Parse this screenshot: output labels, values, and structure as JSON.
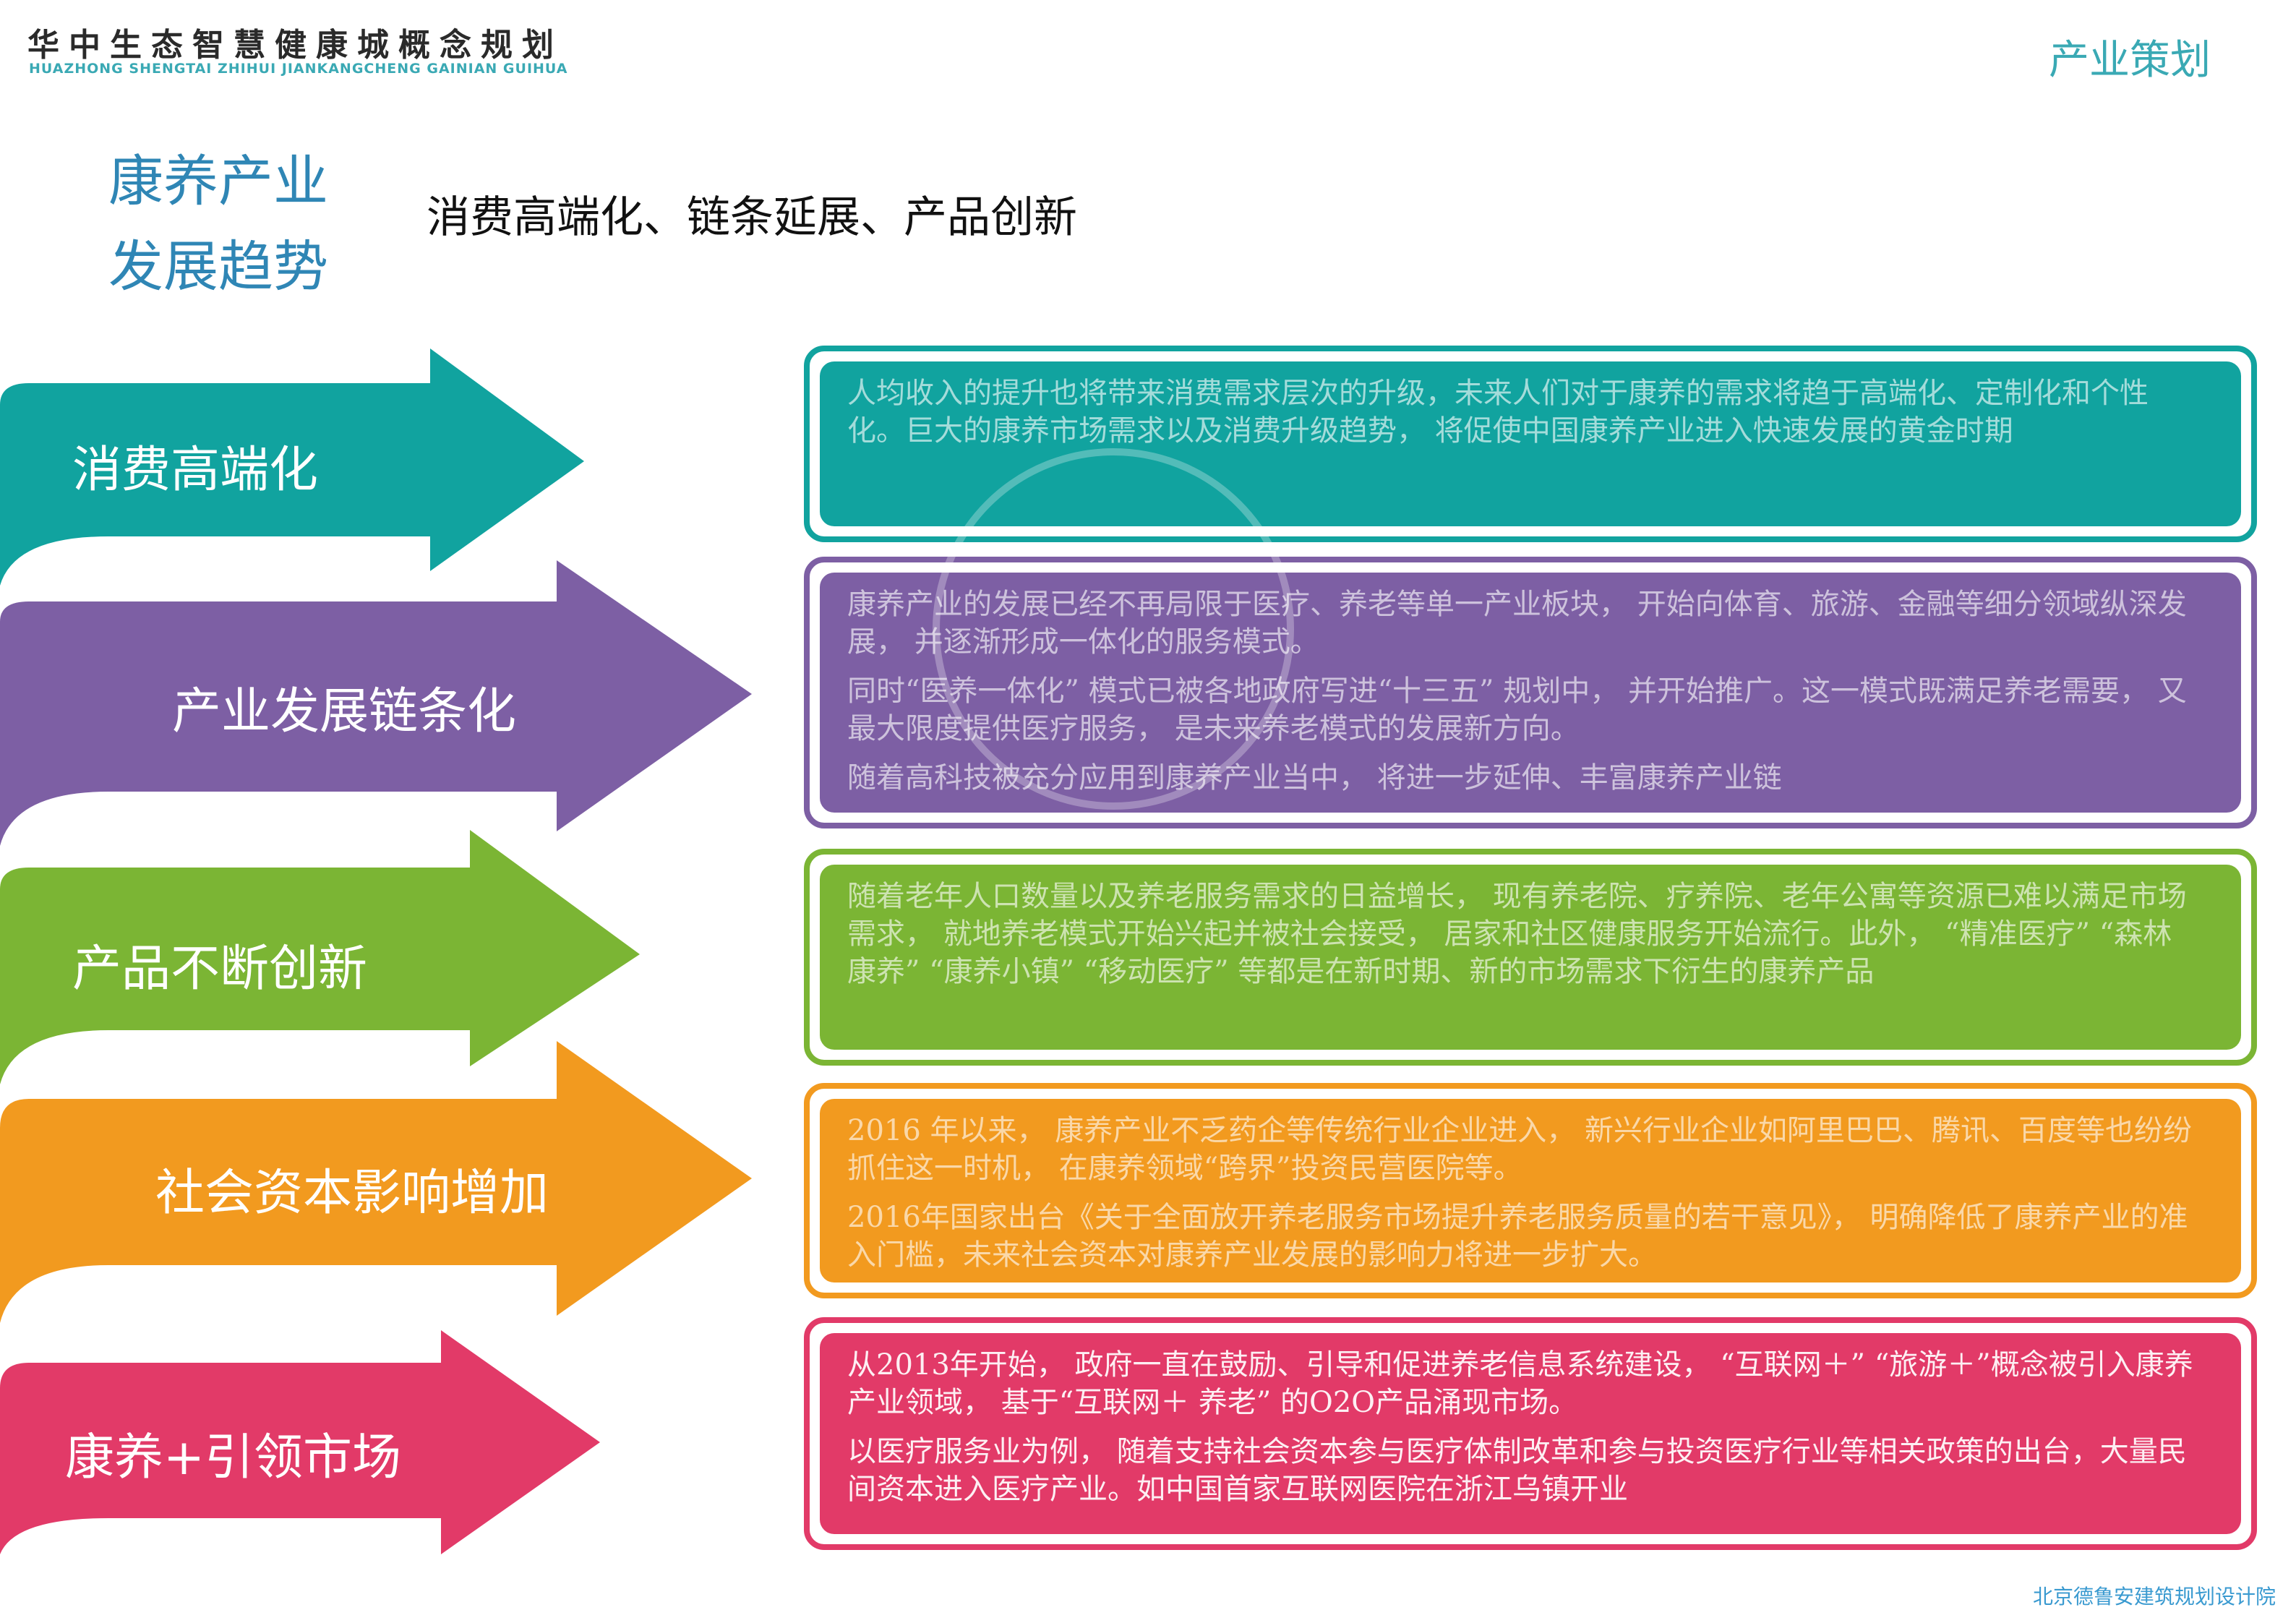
{
  "header": {
    "title": "华中生态智慧健康城概念规划",
    "pinyin": "HUAZHONG SHENGTAI ZHIHUI JIANKANGCHENG GAINIAN GUIHUA",
    "section": "产业策划"
  },
  "page": {
    "heading_line1": "康养产业",
    "heading_line2": "发展趋势",
    "subheading": "消费高端化、链条延展、产品创新"
  },
  "colors": {
    "teal": "#11a39f",
    "purple": "#7d5fa4",
    "green": "#7bb534",
    "orange": "#f29a1f",
    "pink": "#e23a68"
  },
  "trends": [
    {
      "label": "消费高端化",
      "paragraphs": [
        "人均收入的提升也将带来消费需求层次的升级，未来人们对于康养的需求将趋于高端化、定制化和个性化。巨大的康养市场需求以及消费升级趋势， 将促使中国康养产业进入快速发展的黄金时期"
      ]
    },
    {
      "label": "产业发展链条化",
      "paragraphs": [
        "康养产业的发展已经不再局限于医疗、养老等单一产业板块， 开始向体育、旅游、金融等细分领域纵深发展， 并逐渐形成一体化的服务模式。",
        "同时“医养一体化” 模式已被各地政府写进“十三五” 规划中， 并开始推广。这一模式既满足养老需要， 又最大限度提供医疗服务， 是未来养老模式的发展新方向。",
        "随着高科技被充分应用到康养产业当中， 将进一步延伸、丰富康养产业链"
      ]
    },
    {
      "label": "产品不断创新",
      "paragraphs": [
        "随着老年人口数量以及养老服务需求的日益增长， 现有养老院、疗养院、老年公寓等资源已难以满足市场需求， 就地养老模式开始兴起并被社会接受， 居家和社区健康服务开始流行。此外， “精准医疗” “森林康养” “康养小镇” “移动医疗” 等都是在新时期、新的市场需求下衍生的康养产品"
      ]
    },
    {
      "label": "社会资本影响增加",
      "paragraphs": [
        "2016 年以来， 康养产业不乏药企等传统行业企业进入， 新兴行业企业如阿里巴巴、腾讯、百度等也纷纷抓住这一时机， 在康养领域“跨界”投资民营医院等。",
        "2016年国家出台《关于全面放开养老服务市场提升养老服务质量的若干意见》， 明确降低了康养产业的准入门槛，未来社会资本对康养产业发展的影响力将进一步扩大。"
      ]
    },
    {
      "label": "康养+引领市场",
      "paragraphs": [
        "从2013年开始， 政府一直在鼓励、引导和促进养老信息系统建设， “互联网＋” “旅游＋”概念被引入康养产业领域， 基于“互联网＋ 养老” 的O2O产品涌现市场。",
        "以医疗服务业为例， 随着支持社会资本参与医疗体制改革和参与投资医疗行业等相关政策的出台，大量民间资本进入医疗产业。如中国首家互联网医院在浙江乌镇开业"
      ]
    }
  ],
  "footer": {
    "company": "北京德鲁安建筑规划设计院"
  }
}
